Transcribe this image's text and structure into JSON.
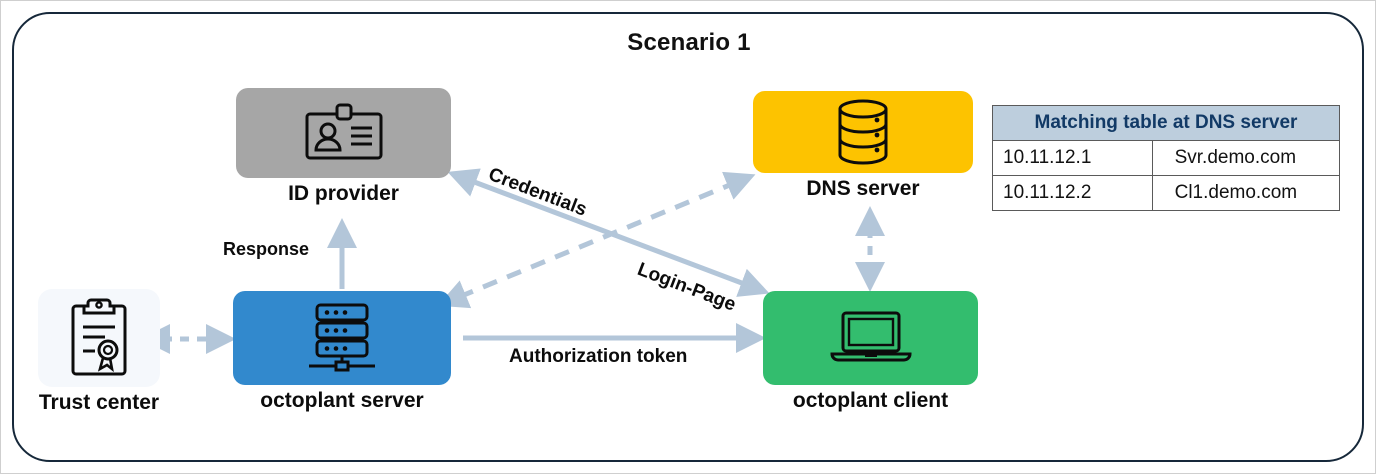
{
  "diagram": {
    "title": "Scenario 1",
    "frame_color": "#16283a",
    "arrow_color": "#b3c6d9"
  },
  "nodes": [
    {
      "id": "id-provider",
      "label": "ID provider",
      "icon": "id-card-icon",
      "color": "#a6a6a6"
    },
    {
      "id": "dns-server",
      "label": "DNS server",
      "icon": "database-icon",
      "color": "#fdc300"
    },
    {
      "id": "octoplant-server",
      "label": "octoplant server",
      "icon": "rack-server-icon",
      "color": "#3289cd"
    },
    {
      "id": "octoplant-client",
      "label": "octoplant client",
      "icon": "laptop-icon",
      "color": "#33bd6e"
    },
    {
      "id": "trust-center",
      "label": "Trust center",
      "icon": "certificate-clipboard-icon",
      "color": "#f5f8fc"
    }
  ],
  "edges": [
    {
      "id": "response",
      "label": "Response",
      "style": "solid",
      "direction": "one-way",
      "from": "octoplant-server",
      "to": "id-provider"
    },
    {
      "id": "credentials",
      "label": "Credentials",
      "style": "solid",
      "direction": "two-way",
      "from": "id-provider",
      "to": "octoplant-client"
    },
    {
      "id": "login-page",
      "label": "Login-Page",
      "style": "dashed",
      "direction": "two-way",
      "from": "octoplant-server",
      "to": "dns-server"
    },
    {
      "id": "auth-token",
      "label": "Authorization token",
      "style": "solid",
      "direction": "one-way",
      "from": "octoplant-server",
      "to": "octoplant-client"
    },
    {
      "id": "dns-lookup",
      "label": "",
      "style": "dashed",
      "direction": "two-way",
      "from": "dns-server",
      "to": "octoplant-client"
    },
    {
      "id": "trust-link",
      "label": "",
      "style": "dashed",
      "direction": "two-way",
      "from": "trust-center",
      "to": "octoplant-server"
    }
  ],
  "matching_table": {
    "header": "Matching table at DNS server",
    "header_bg": "#bdcedd",
    "header_color": "#123a66",
    "rows": [
      {
        "ip": "10.11.12.1",
        "host": "Svr.demo.com"
      },
      {
        "ip": "10.11.12.2",
        "host": "Cl1.demo.com"
      }
    ]
  }
}
